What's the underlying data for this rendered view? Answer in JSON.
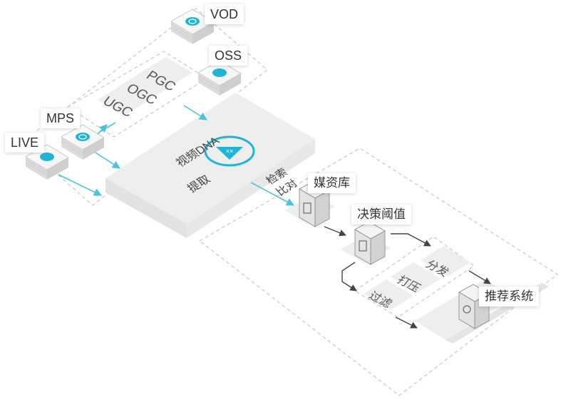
{
  "sources": {
    "vod": "VOD",
    "oss": "OSS",
    "mps": "MPS",
    "live": "LIVE"
  },
  "content_types": [
    "PGC",
    "OGC",
    "UGC"
  ],
  "dna_extraction": {
    "line1": "视频DNA",
    "line2": "提取",
    "logo_glyph": "××"
  },
  "search_compare": {
    "line1": "检索",
    "line2": "比对"
  },
  "media_library": "媒资库",
  "decision_threshold": "决策阈值",
  "actions": [
    "分发",
    "打压",
    "过滤"
  ],
  "recommendation_system": "推荐系统",
  "colors": {
    "accent": "#1fb5d6",
    "arrow": "#4cc3dc",
    "panel": "#eeeeee",
    "dashed": "#c8c8c8",
    "dark_arrow": "#444444"
  },
  "icons": {
    "vod": "link-icon",
    "oss": "cloud-icon",
    "mps": "refresh-icon",
    "live": "broadcast-icon",
    "media_library": "server-icon",
    "decision_threshold": "chart-icon",
    "recommendation_system": "disc-icon"
  }
}
